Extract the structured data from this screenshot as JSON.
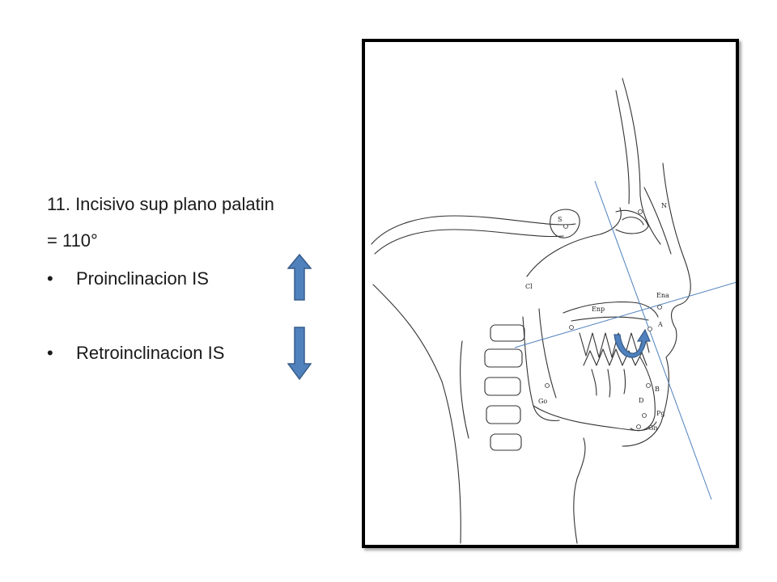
{
  "slide": {
    "title_line1": "11. Incisivo sup plano palatin",
    "title_line2": "= 110°",
    "bullets": [
      {
        "text": "Proinclinacion IS",
        "arrow": "up-arrow"
      },
      {
        "text": "Retroinclinacion IS",
        "arrow": "down-arrow"
      }
    ],
    "bullet_symbol": "•"
  },
  "diagram": {
    "landmarks": [
      "S",
      "N",
      "Cl",
      "Enp",
      "Ena",
      "A",
      "B",
      "D",
      "Pg",
      "Gn",
      "Go"
    ],
    "colors": {
      "arrow_fill": "#4f81bd",
      "arrow_stroke": "#385d8a",
      "reference_lines": "#4f81bd",
      "frame": "#000000"
    }
  }
}
